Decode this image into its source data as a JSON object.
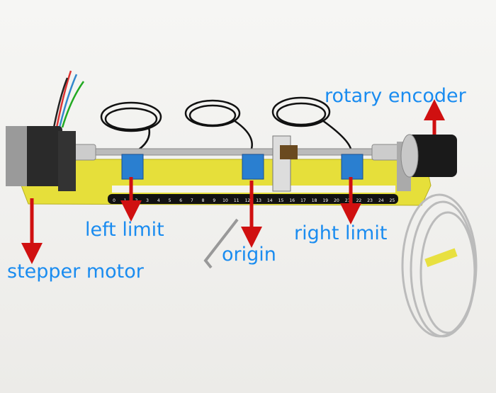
{
  "labels": {
    "rotary_encoder": "rotary encoder",
    "left_limit": "left limit",
    "origin": "origin",
    "right_limit": "right limit",
    "stepper_motor": "stepper motor"
  },
  "ruler_ticks": [
    "0",
    "1",
    "2",
    "3",
    "4",
    "5",
    "6",
    "7",
    "8",
    "9",
    "10",
    "11",
    "12",
    "13",
    "14",
    "15",
    "16",
    "17",
    "18",
    "19",
    "20",
    "21",
    "22",
    "23",
    "24",
    "25"
  ],
  "colors": {
    "label": "#1a8cf0",
    "arrow": "#d01010",
    "board": "#e8e23a",
    "sensor": "#2a7fd0"
  }
}
